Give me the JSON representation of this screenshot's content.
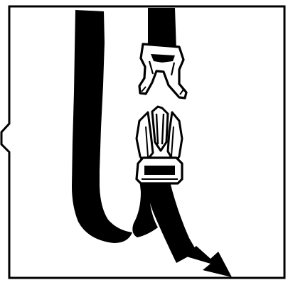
{
  "figure": {
    "subject": "strap-buckle-release",
    "colors": {
      "ink": "#000000",
      "paper": "#ffffff"
    },
    "parts": {
      "frame": "frame-border",
      "left_strap": "strap-left",
      "upper_strap": "strap-upper",
      "female_buckle": "buckle-female-part",
      "male_buckle": "buckle-male-part",
      "lower_strap": "strap-lower",
      "direction_arrow": "pull-direction-arrow-icon"
    }
  }
}
